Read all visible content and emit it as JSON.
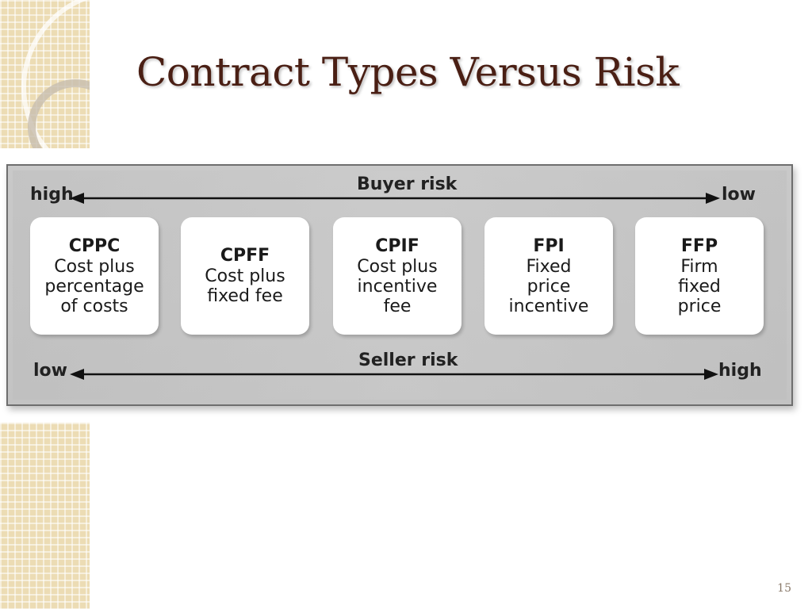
{
  "slide": {
    "title": "Contract Types Versus Risk",
    "page_number": "15"
  },
  "diagram": {
    "buyer_risk": {
      "label": "Buyer risk",
      "left": "high",
      "right": "low"
    },
    "seller_risk": {
      "label": "Seller risk",
      "left": "low",
      "right": "high"
    },
    "contracts": [
      {
        "abbr": "CPPC",
        "desc": "Cost plus\npercentage\nof costs"
      },
      {
        "abbr": "CPFF",
        "desc": "Cost plus\nfixed fee"
      },
      {
        "abbr": "CPIF",
        "desc": "Cost plus\nincentive\nfee"
      },
      {
        "abbr": "FPI",
        "desc": "Fixed\nprice\nincentive"
      },
      {
        "abbr": "FFP",
        "desc": "Firm\nfixed\nprice"
      }
    ]
  }
}
